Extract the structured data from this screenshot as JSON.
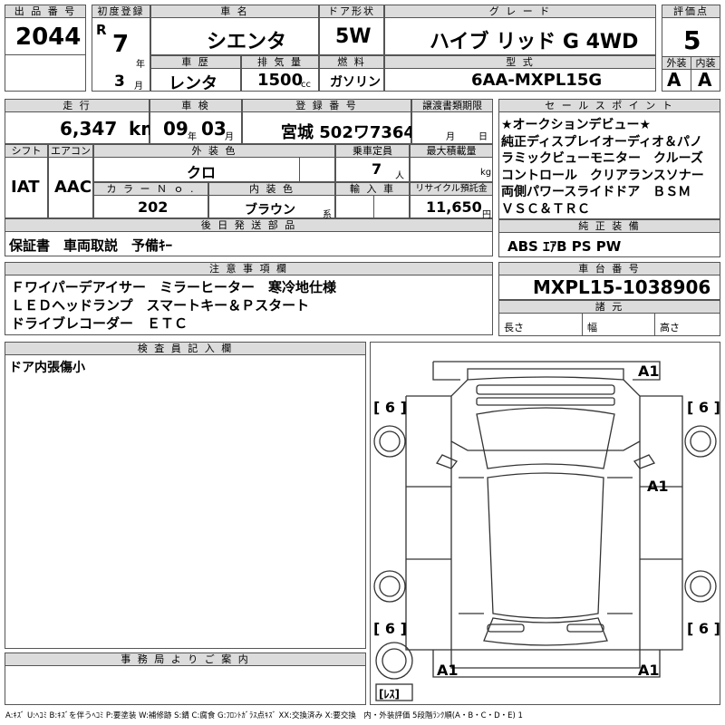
{
  "lot": {
    "label": "出 品 番 号",
    "value": "2044"
  },
  "first_reg": {
    "label": "初度登録",
    "era": "R",
    "year": "7",
    "year_unit": "年",
    "month": "3",
    "month_unit": "月"
  },
  "car_name": {
    "label": "車 名",
    "value": "シエンタ"
  },
  "door": {
    "label": "ドア形状",
    "value": "5W"
  },
  "grade": {
    "label": "グ レ ー ド",
    "value": "ハイブ リッド G 4WD"
  },
  "score": {
    "label": "評価点",
    "value": "5",
    "ext_label": "外装",
    "int_label": "内装",
    "ext_value": "A",
    "int_value": "A"
  },
  "history": {
    "label": "車 歴",
    "value": "レンタ"
  },
  "displacement": {
    "label": "排 気 量",
    "value": "1500",
    "unit": "cc"
  },
  "fuel": {
    "label": "燃 料",
    "value": "ガソリン"
  },
  "model": {
    "label": "型 式",
    "value": "6AA-MXPL15G"
  },
  "mileage": {
    "label": "走 行",
    "value": "6,347",
    "unit": "km"
  },
  "inspection": {
    "label": "車 検",
    "year": "09",
    "year_unit": "年",
    "month": "03",
    "month_unit": "月"
  },
  "registration": {
    "label": "登 録 番 号",
    "value": "宮城 502ワ7364"
  },
  "transfer_doc": {
    "label": "譲渡書類期限",
    "month_unit": "月",
    "day_unit": "日"
  },
  "sales_points": {
    "label": "セ ー ル ス ポ イ ン ト",
    "lines": [
      "★オークションデビュー★",
      "純正ディスプレイオーディオ＆パノ",
      "ラミックビューモニター　クルーズ",
      "コントロール　クリアランスソナー",
      "両側パワースライドドア　ＢＳＭ",
      "ＶＳＣ＆ＴＲＣ"
    ]
  },
  "shift": {
    "label": "シフト",
    "value": "IAT"
  },
  "aircon": {
    "label": "エアコン",
    "value": "AAC"
  },
  "exterior_color": {
    "label": "外 装 色",
    "value": "クロ"
  },
  "capacity": {
    "label": "乗車定員",
    "value": "7",
    "unit": "人"
  },
  "max_load": {
    "label": "最大積載量",
    "unit": "kg"
  },
  "color_no": {
    "label": "カ ラ ー Ｎ ｏ .",
    "value": "202"
  },
  "interior_color": {
    "label": "内 装 色",
    "value": "ブラウン",
    "unit": "系"
  },
  "import": {
    "label": "輸 入 車"
  },
  "recycle": {
    "label": "リサイクル預託金",
    "value": "11,650",
    "unit": "円"
  },
  "later_parts": {
    "label": "後 日 発 送 部 品",
    "value": "保証書　車両取説　予備ｷｰ"
  },
  "equipment": {
    "label": "純 正 装 備",
    "value": "ABS ｴｱB PS PW"
  },
  "notes": {
    "label": "注 意 事 項 欄",
    "lines": [
      "Ｆワイパーデアイサー　ミラーヒーター　寒冷地仕様",
      "ＬＥＤヘッドランプ　スマートキー＆Ｐスタート",
      "ドライブレコーダー　ＥＴＣ"
    ]
  },
  "chassis": {
    "label": "車 台 番 号",
    "value": "MXPL15-1038906"
  },
  "dimensions": {
    "label": "諸 元",
    "length": "長さ",
    "width": "幅",
    "height": "高さ"
  },
  "inspector": {
    "label": "検 査 員 記 入 欄",
    "value": "ドア内張傷小"
  },
  "office": {
    "label": "事 務 局 よ り ご 案 内"
  },
  "diagram": {
    "tire_fl": "[ 6 ]",
    "tire_fr": "[ 6 ]",
    "tire_rl": "[ 6 ]",
    "tire_rr": "[ 6 ]",
    "mark_front": "A1",
    "mark_right": "A1",
    "mark_rear_left": "A1",
    "mark_rear_right": "A1",
    "spare": "[ﾚｽ]"
  },
  "legend": "A:ｷｽﾞ U:ﾍｺﾐ B:ｷｽﾞを伴うﾍｺﾐ P:要塗装 W:補修跡 S:錆 C:腐食 G:ﾌﾛﾝﾄｶﾞﾗｽ点ｷｽﾞ XX:交換済み X:要交換　内・外装評価 5段階ﾗﾝｸ順(A・B・C・D・E) 1"
}
